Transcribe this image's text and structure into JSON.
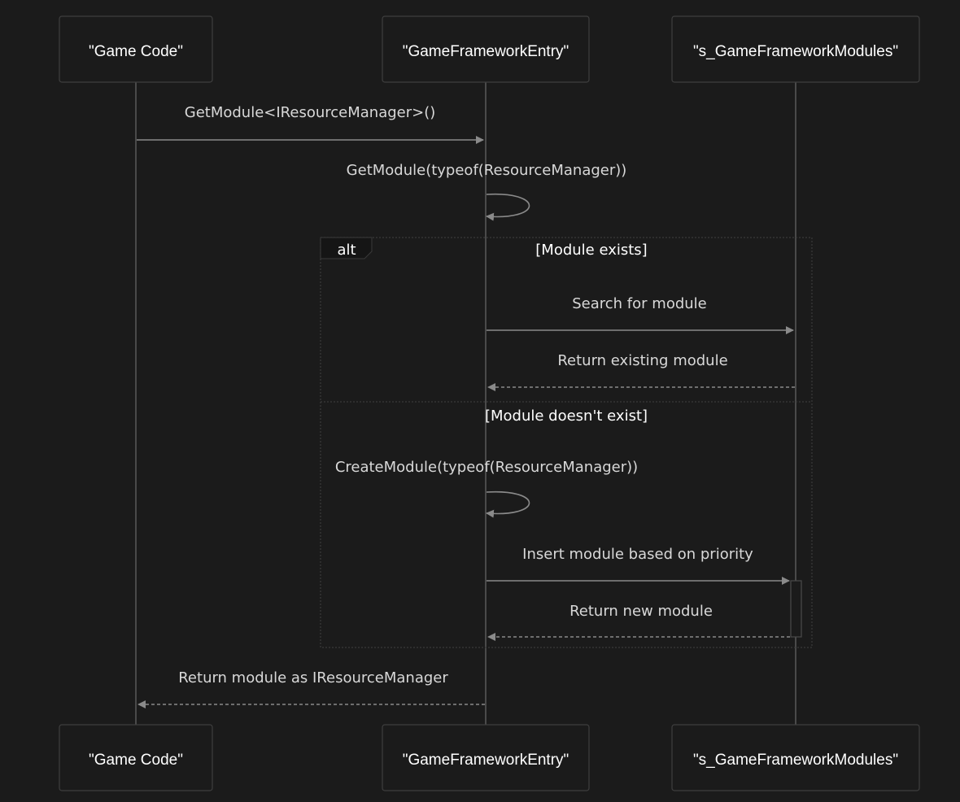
{
  "participants": [
    {
      "id": "game",
      "label": "\"Game Code\""
    },
    {
      "id": "entry",
      "label": "\"GameFrameworkEntry\""
    },
    {
      "id": "modules",
      "label": "\"s_GameFrameworkModules\""
    }
  ],
  "messages": [
    {
      "label": "GetModule<IResourceManager>()"
    },
    {
      "label": "GetModule(typeof(ResourceManager))"
    },
    {
      "label": "Search for module"
    },
    {
      "label": "Return existing module"
    },
    {
      "label": "CreateModule(typeof(ResourceManager))"
    },
    {
      "label": "Insert module based on priority"
    },
    {
      "label": "Return new module"
    },
    {
      "label": "Return module as IResourceManager"
    }
  ],
  "alt_frame": {
    "label": "alt",
    "guard_1": "[Module exists]",
    "guard_2": "[Module doesn't exist]"
  },
  "colors": {
    "background": "#1b1b1b",
    "line": "#8a8a8a",
    "text": "#d8d8d8"
  }
}
